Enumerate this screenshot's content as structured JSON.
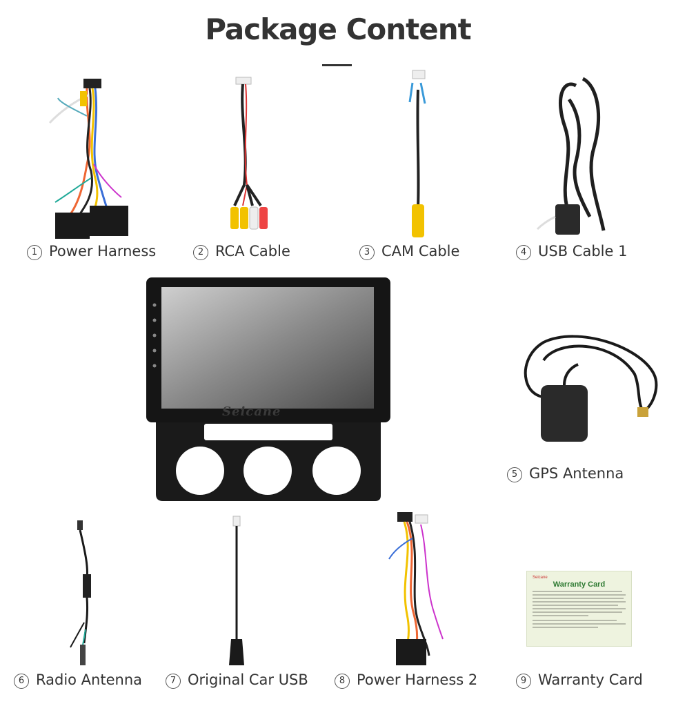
{
  "header": {
    "title": "Package Content"
  },
  "items": [
    {
      "num": "1",
      "label": "Power Harness",
      "icon": "power-harness-icon"
    },
    {
      "num": "2",
      "label": "RCA Cable",
      "icon": "rca-cable-icon"
    },
    {
      "num": "3",
      "label": "CAM Cable",
      "icon": "cam-cable-icon"
    },
    {
      "num": "4",
      "label": "USB Cable 1",
      "icon": "usb-cable-icon"
    },
    {
      "num": "5",
      "label": "GPS Antenna",
      "icon": "gps-antenna-icon"
    },
    {
      "num": "6",
      "label": "Radio Antenna",
      "icon": "radio-antenna-icon"
    },
    {
      "num": "7",
      "label": "Original Car USB",
      "icon": "car-usb-icon"
    },
    {
      "num": "8",
      "label": "Power Harness 2",
      "icon": "power-harness-2-icon"
    },
    {
      "num": "9",
      "label": "Warranty Card",
      "icon": "warranty-card-icon"
    }
  ],
  "head_unit": {
    "brand": "Seicane"
  },
  "warranty_card": {
    "brand": "Seicane",
    "title": "Warranty Card"
  },
  "colors": {
    "text": "#333333",
    "card_title": "#2e7a32",
    "card_bg": "#eef3df",
    "unit_body": "#1a1a1a"
  }
}
